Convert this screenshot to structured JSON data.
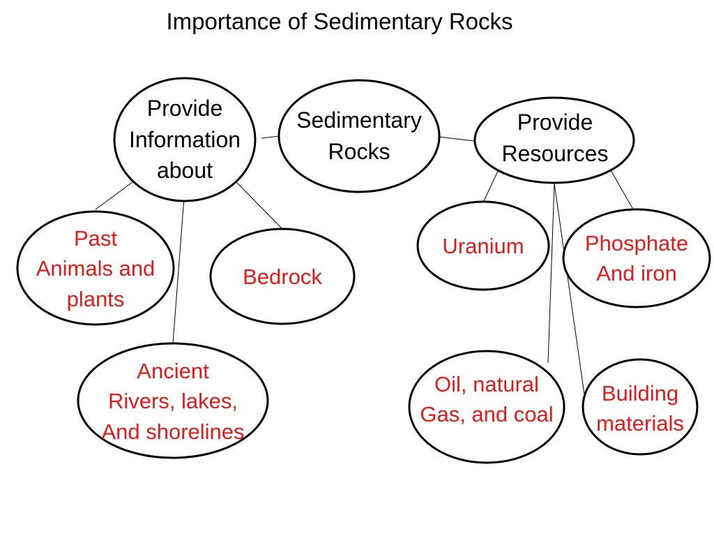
{
  "title": "Importance of Sedimentary Rocks",
  "colors": {
    "outline": "#000000",
    "black_text": "#000000",
    "leaf_text": "#e01b1b",
    "background": "#ffffff"
  },
  "root": {
    "label": "Sedimentary\nRocks"
  },
  "branches": {
    "info": {
      "label": "Provide\nInformation\nabout"
    },
    "resources": {
      "label": "Provide\nResources"
    }
  },
  "leaves": {
    "past_animals": {
      "label": "Past\nAnimals and\nplants"
    },
    "bedrock": {
      "label": "Bedrock"
    },
    "ancient_rivers": {
      "label": "Ancient\nRivers, lakes,\nAnd shorelines"
    },
    "uranium": {
      "label": "Uranium"
    },
    "phosphate": {
      "label": "Phosphate\nAnd iron"
    },
    "oil_gas": {
      "label": "Oil, natural\nGas, and coal"
    },
    "building": {
      "label": "Building\nmaterials"
    }
  }
}
